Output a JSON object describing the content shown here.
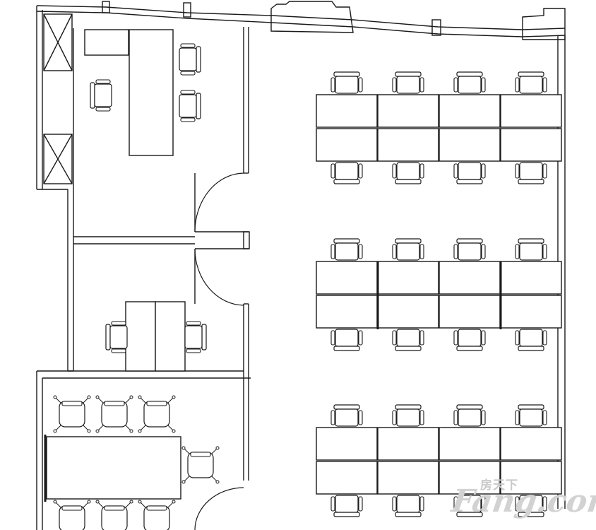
{
  "watermark": {
    "brand_cn": "房天下",
    "brand_en": "Fang",
    "brand_suffix": ".com"
  },
  "colors": {
    "line": "#1a1a1a",
    "wall": "#333333",
    "watermark": "#cfcfcf"
  }
}
